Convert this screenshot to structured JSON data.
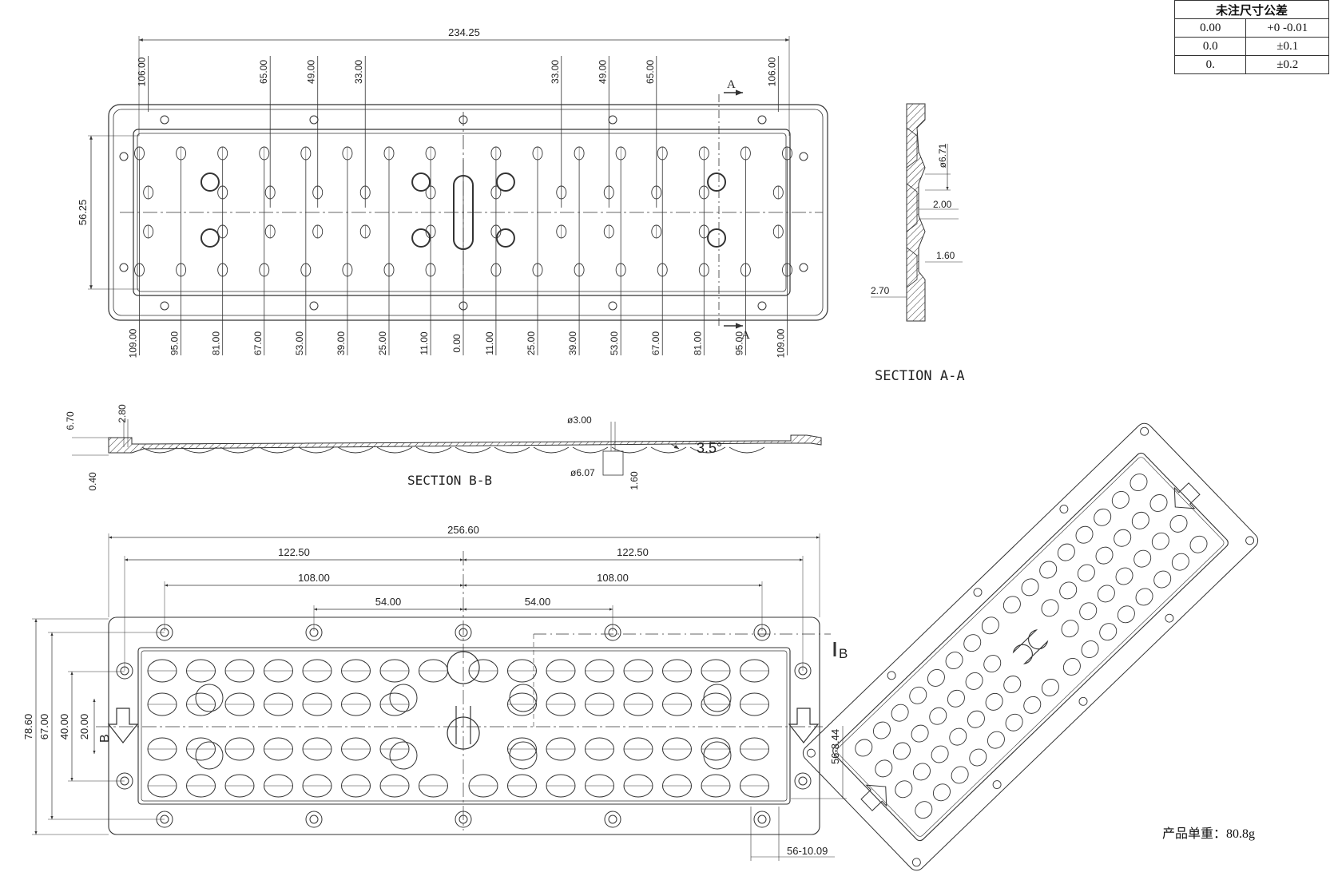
{
  "tolerance_table": {
    "title": "未注尺寸公差",
    "rows": [
      {
        "precision": "0.00",
        "tolerance": "+0  -0.01"
      },
      {
        "precision": "0.0",
        "tolerance": "±0.1"
      },
      {
        "precision": "0.",
        "tolerance": "±0.2"
      }
    ]
  },
  "top_view": {
    "overall_width": "234.25",
    "height": "56.25",
    "section_mark": "A",
    "top_labels": [
      "106.00",
      "65.00",
      "49.00",
      "33.00",
      "33.00",
      "49.00",
      "65.00",
      "106.00"
    ],
    "bottom_labels": [
      "109.00",
      "95.00",
      "81.00",
      "67.00",
      "53.00",
      "39.00",
      "25.00",
      "11.00",
      "0.00",
      "11.00",
      "25.00",
      "39.00",
      "53.00",
      "67.00",
      "81.00",
      "95.00",
      "109.00"
    ]
  },
  "section_aa": {
    "title": "SECTION A-A",
    "dims": [
      "ø6.71",
      "2.00",
      "1.60",
      "2.70"
    ]
  },
  "section_bb": {
    "title": "SECTION B-B",
    "dims": {
      "h1": "6.70",
      "h2": "2.80",
      "h3": "0.40",
      "d1": "ø3.00",
      "d2": "ø6.07",
      "d3": "1.60",
      "angle": "3.5°"
    }
  },
  "bottom_view": {
    "overall_width": "256.60",
    "half_left": "122.50",
    "half_right": "122.50",
    "pitch_left": "108.00",
    "pitch_right": "108.00",
    "inner_left": "54.00",
    "inner_right": "54.00",
    "h_overall": "78.60",
    "h_67": "67.00",
    "h_40": "40.00",
    "h_20": "20.00",
    "side_dim": "56-8.44",
    "bottom_dim": "56-10.09",
    "section_mark": "B"
  },
  "product_weight": "产品单重：80.8g"
}
